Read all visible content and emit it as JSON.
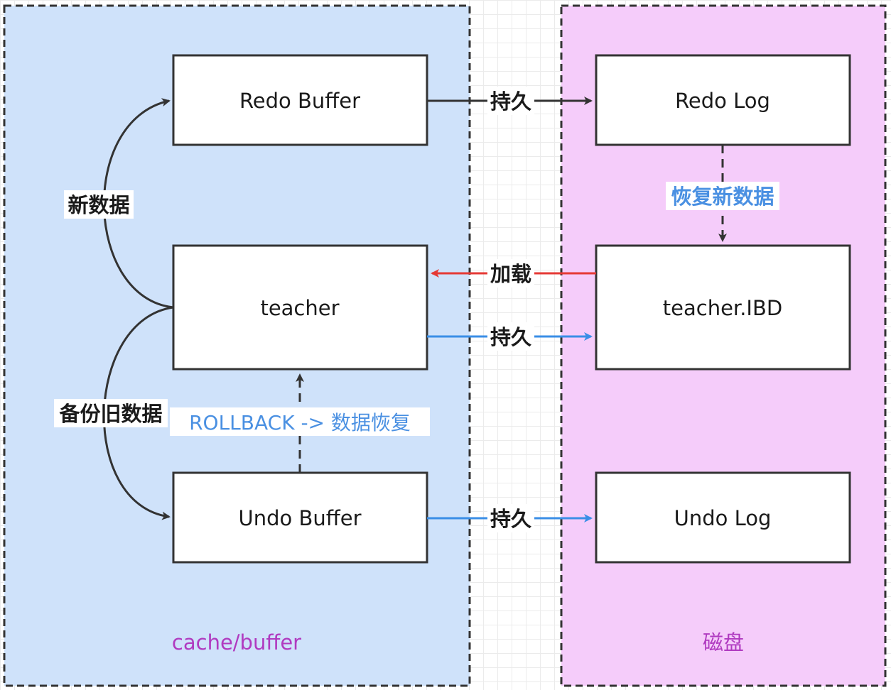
{
  "regions": {
    "memory": {
      "label": "cache/buffer",
      "fill": "#cfe2fa",
      "label_color": "#b03ac0"
    },
    "disk": {
      "label": "磁盘",
      "fill": "#f5ccfa",
      "label_color": "#b03ac0"
    }
  },
  "nodes": {
    "redo_buffer": "Redo Buffer",
    "teacher": "teacher",
    "undo_buffer": "Undo Buffer",
    "redo_log": "Redo Log",
    "teacher_ibd": "teacher.IBD",
    "undo_log": "Undo Log"
  },
  "edges": {
    "new_data": "新数据",
    "backup_old_data": "备份旧数据",
    "rollback": "ROLLBACK -> 数据恢复",
    "persist_redo": "持久",
    "recover_new_data": "恢复新数据",
    "load": "加载",
    "persist_teacher": "持久",
    "persist_undo": "持久"
  },
  "colors": {
    "black_arrow": "#333333",
    "blue_arrow": "#3a8ee6",
    "red_arrow": "#e53935",
    "blue_label": "#4a90e2"
  }
}
